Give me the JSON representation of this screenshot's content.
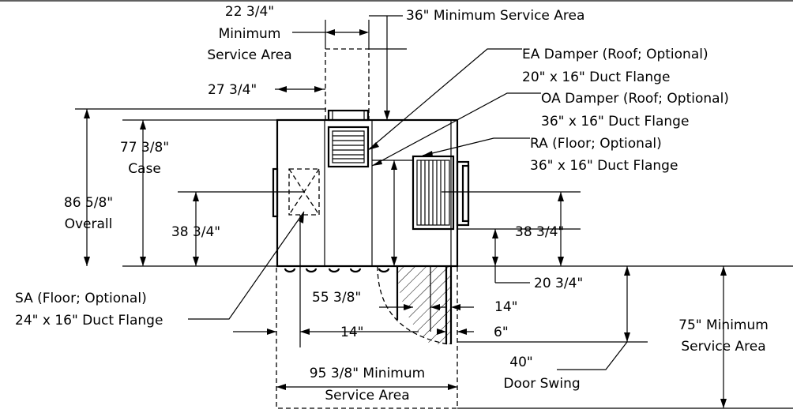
{
  "labels": {
    "dim_22_3_4": "22 3/4\"",
    "minimum": "Minimum",
    "service_area": "Service Area",
    "dim_36_service": "36\" Minimum Service Area",
    "ea_damper": "EA Damper (Roof; Optional)",
    "ea_flange": "20\" x 16\" Duct Flange",
    "dim_27_3_4": "27 3/4\"",
    "oa_damper": "OA Damper (Roof; Optional)",
    "oa_flange": "36\" x 16\" Duct Flange",
    "ra": "RA (Floor; Optional)",
    "ra_flange": "36\" x 16\" Duct Flange",
    "dim_77_3_8": "77 3/8\"",
    "case": "Case",
    "dim_86_5_8": "86 5/8\"",
    "overall": "Overall",
    "dim_38_3_4_left": "38 3/4\"",
    "dim_38_3_4_right": "38 3/4\"",
    "sa": "SA (Floor; Optional)",
    "sa_flange": "24\" x 16\" Duct Flange",
    "dim_55_3_8": "55 3/8\"",
    "dim_20_3_4": "20 3/4\"",
    "dim_14_right": "14\"",
    "dim_14_bottom": "14\"",
    "dim_6": "6\"",
    "dim_75": "75\" Minimum",
    "service_area_75": "Service Area",
    "dim_40": "40\"",
    "door_swing": "Door Swing",
    "dim_95_3_8": "95 3/8\" Minimum",
    "service_area_95": "Service Area"
  }
}
